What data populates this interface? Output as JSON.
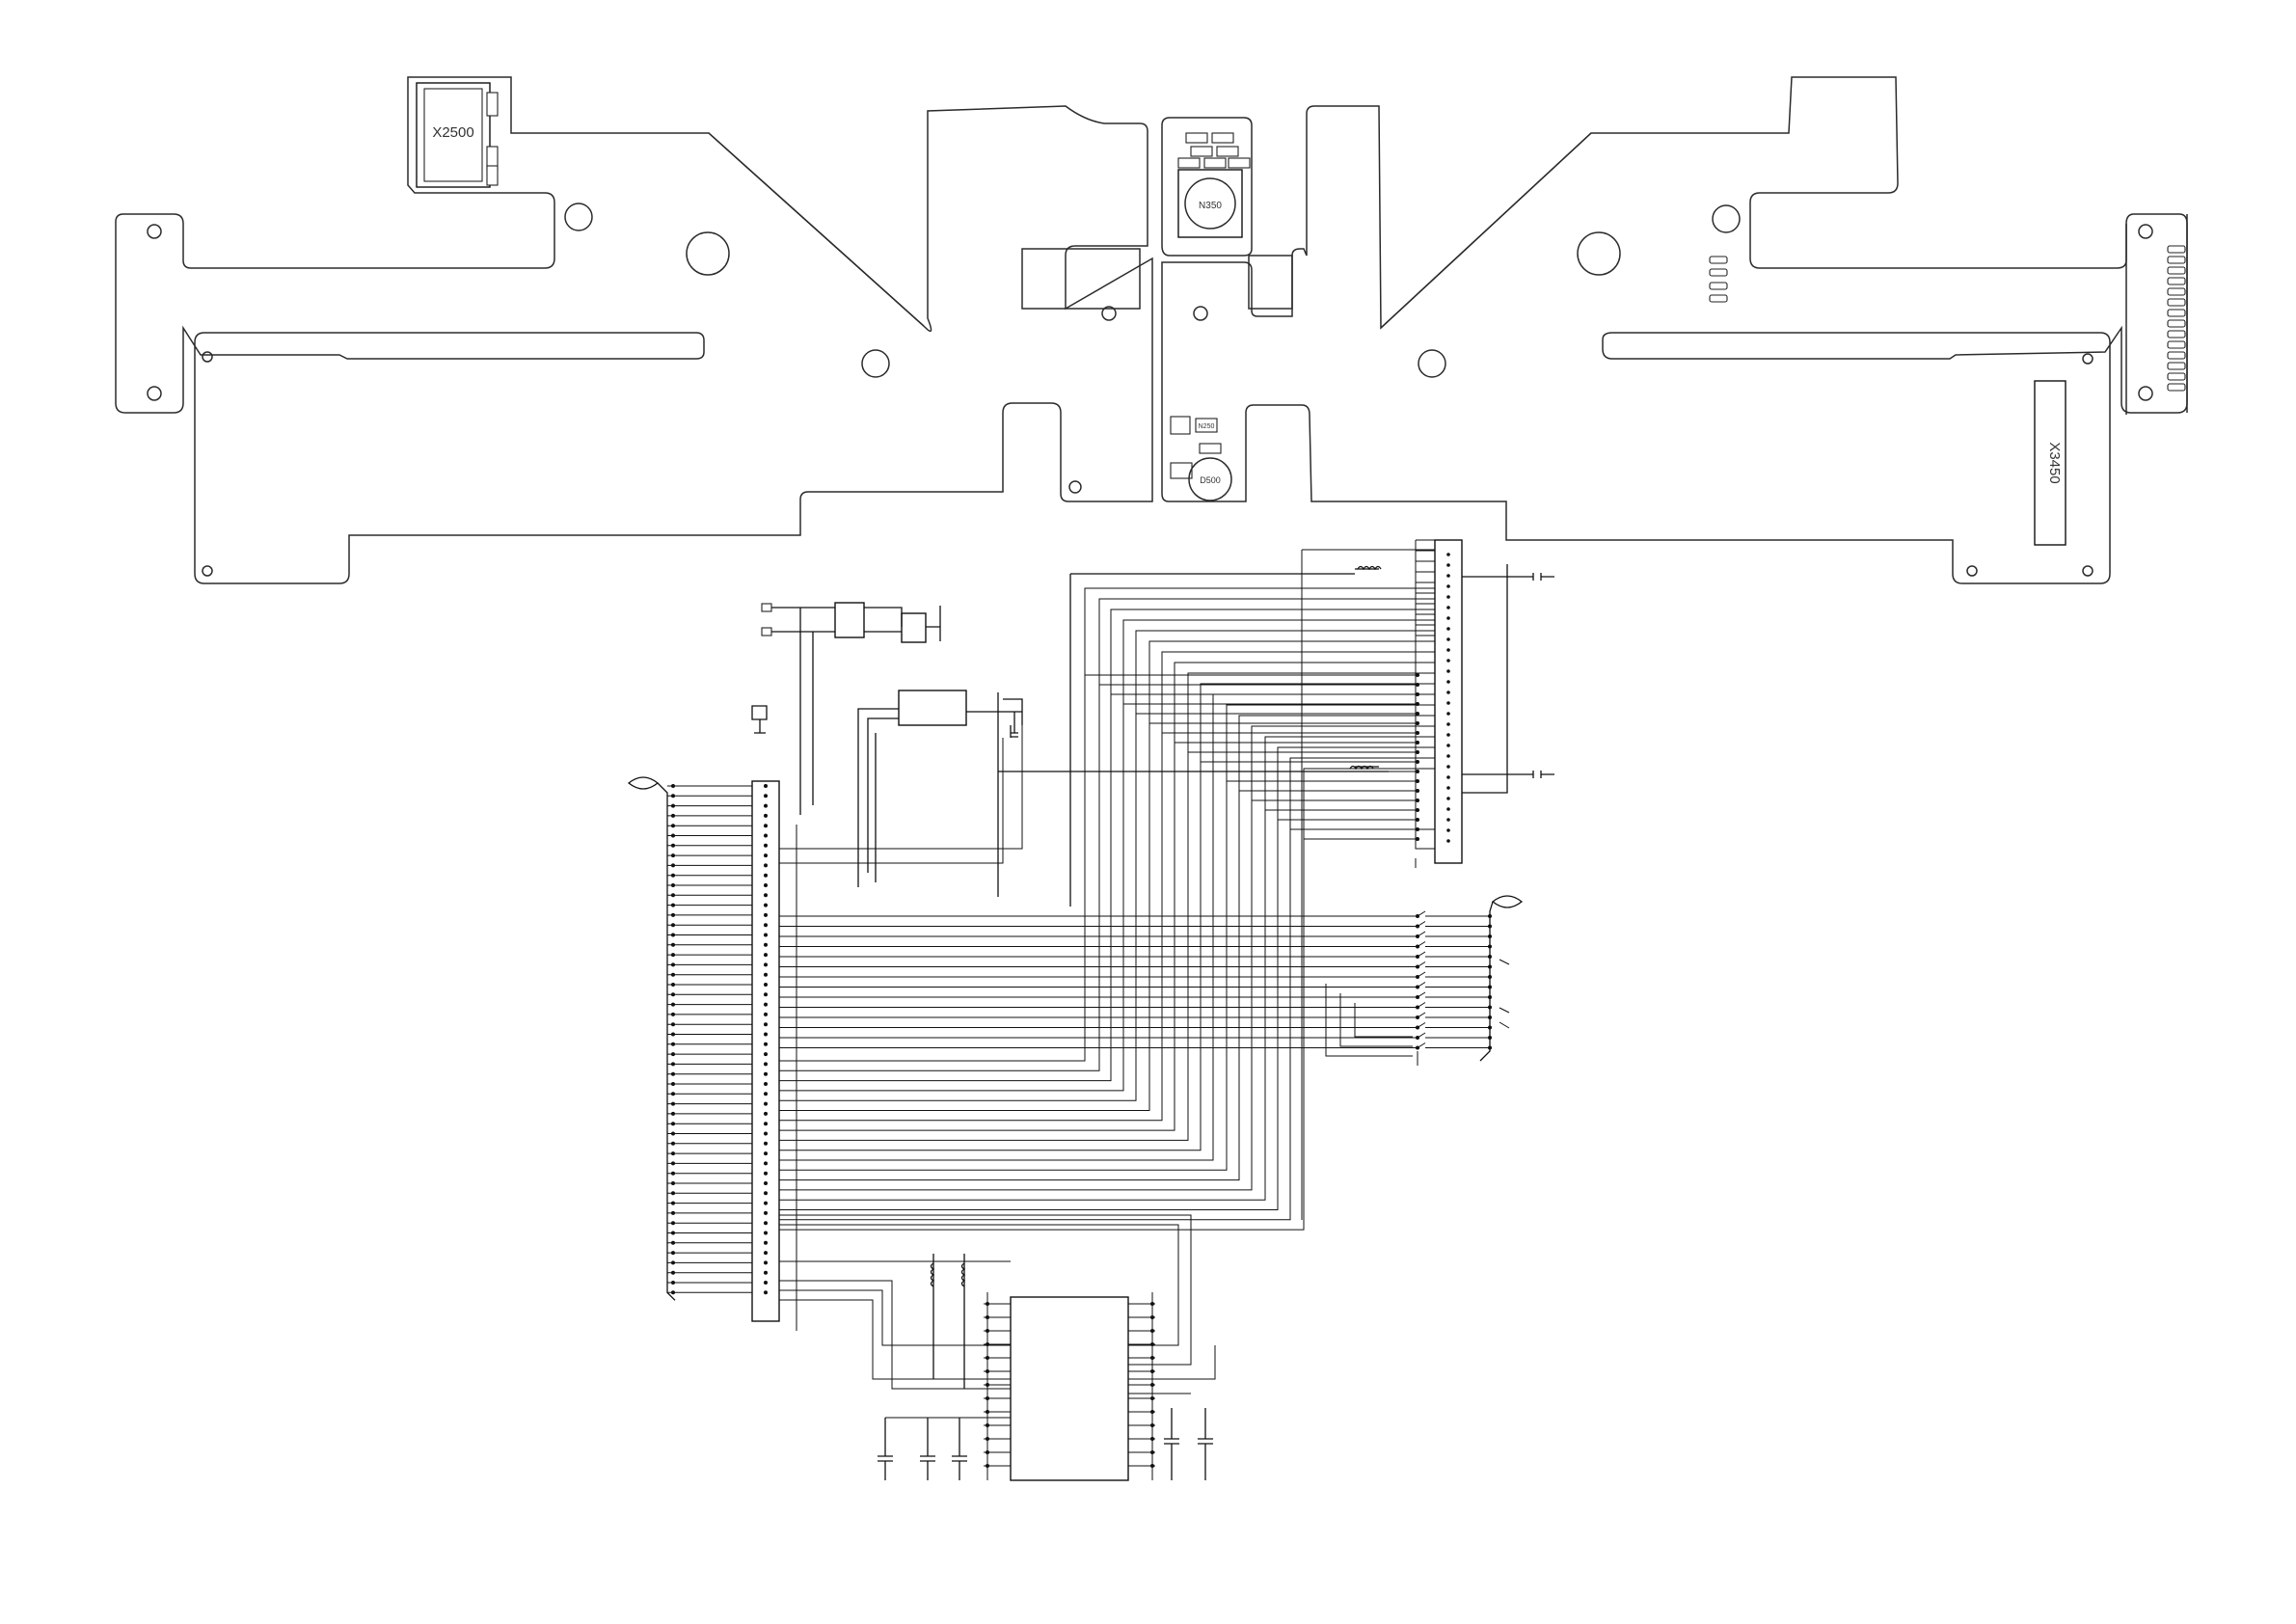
{
  "flex_layout": {
    "connector_left": "X2500",
    "connector_right": "X3450",
    "module_center_top": "N350",
    "component_center_bottom": "D500",
    "ic_center_bottom": "N250"
  }
}
